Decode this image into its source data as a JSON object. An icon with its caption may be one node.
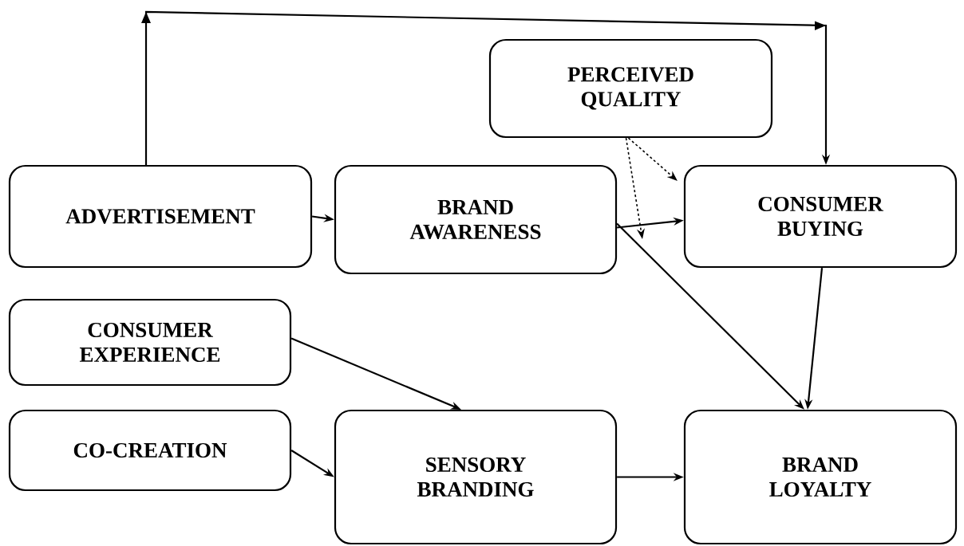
{
  "diagram": {
    "nodes": [
      {
        "text": [
          "ADVERTISEMENT"
        ]
      },
      {
        "text": [
          "BRAND AWARENESS"
        ]
      },
      {
        "text": [
          "PERCEIVED QUALITY"
        ]
      },
      {
        "text": [
          "CONSUMER BUYING"
        ]
      },
      {
        "text": [
          "CONSUMER EXPERIENCE"
        ]
      },
      {
        "text": [
          "CO-CREATION"
        ]
      },
      {
        "text": [
          "SENSORY BRANDING"
        ]
      },
      {
        "text": [
          "BRAND LOYALTY"
        ]
      }
    ],
    "edges": [
      {
        "from": 0,
        "to": 1,
        "arrow": "to"
      },
      {
        "from": 0,
        "to": 3,
        "arrow": "to"
      },
      {
        "from": 1,
        "to": 3,
        "arrow": "to"
      },
      {
        "from": 1,
        "to": 7,
        "arrow": "to"
      },
      {
        "from": 2,
        "to": 3,
        "arrow": "to",
        "style": "dashed"
      },
      {
        "from": 2,
        "to": null,
        "arrow": "to",
        "style": "dashed"
      },
      {
        "from": 3,
        "to": 7,
        "arrow": "to"
      },
      {
        "from": 4,
        "to": 6,
        "arrow": "to"
      },
      {
        "from": 5,
        "to": 6,
        "arrow": "to"
      },
      {
        "from": 6,
        "to": 7,
        "arrow": "to"
      }
    ]
  }
}
